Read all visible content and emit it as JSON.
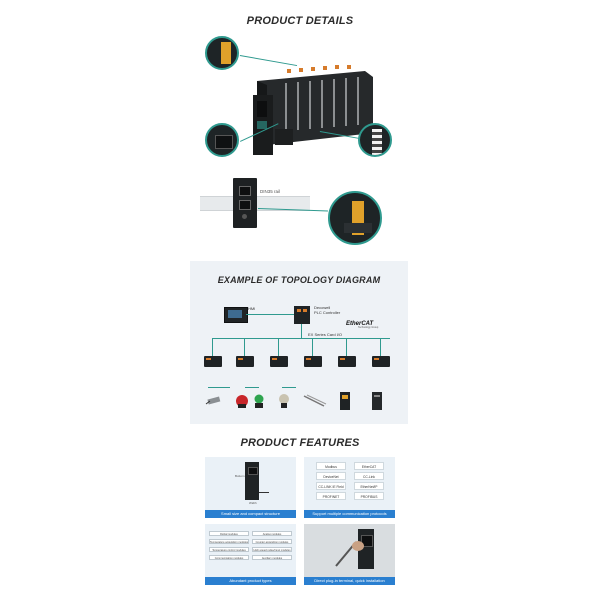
{
  "product_details": {
    "title": "PRODUCT DETAILS",
    "din_rail_label": "DIN35 rail"
  },
  "topology": {
    "title": "EXAMPLE OF TOPOLOGY DIAGRAM",
    "hmi_label": "HMI",
    "plc_label_line1": "Decowell",
    "plc_label_line2": "PLC Controller",
    "ethercat_label": "EtherCAT",
    "ethercat_sub": "Technology Group",
    "ex_series_label": "EX Series Card I/O"
  },
  "features": {
    "title": "PRODUCT FEATURES",
    "cards": [
      {
        "caption": "Small size and compact structure",
        "small_labels": [
          "Bottom",
          "Width"
        ]
      },
      {
        "caption": "Support multiple communication protocols",
        "badges": [
          "Modbus",
          "EtherCAT",
          "DeviceNet",
          "CC-Link",
          "CC-LINK IE Field",
          "EtherNet/IP",
          "PROFINET",
          "PROFIBUS"
        ]
      },
      {
        "caption": "Abundant product types",
        "rows": [
          [
            "Digital modules",
            "Analog modules"
          ],
          [
            "Temperature acquisition modules",
            "Counter acquisition modules"
          ],
          [
            "Temperature control modules",
            "High-speed pulse/input modules"
          ],
          [
            "Communication modules",
            "Auxiliary modules"
          ]
        ]
      },
      {
        "caption": "Direct plug-in terminal, quick installation"
      }
    ]
  },
  "colors": {
    "accent": "#2f9a8f",
    "caption_blue": "#2a7fd0",
    "module_orange": "#d67b2b",
    "dark_module": "#1f2325"
  }
}
